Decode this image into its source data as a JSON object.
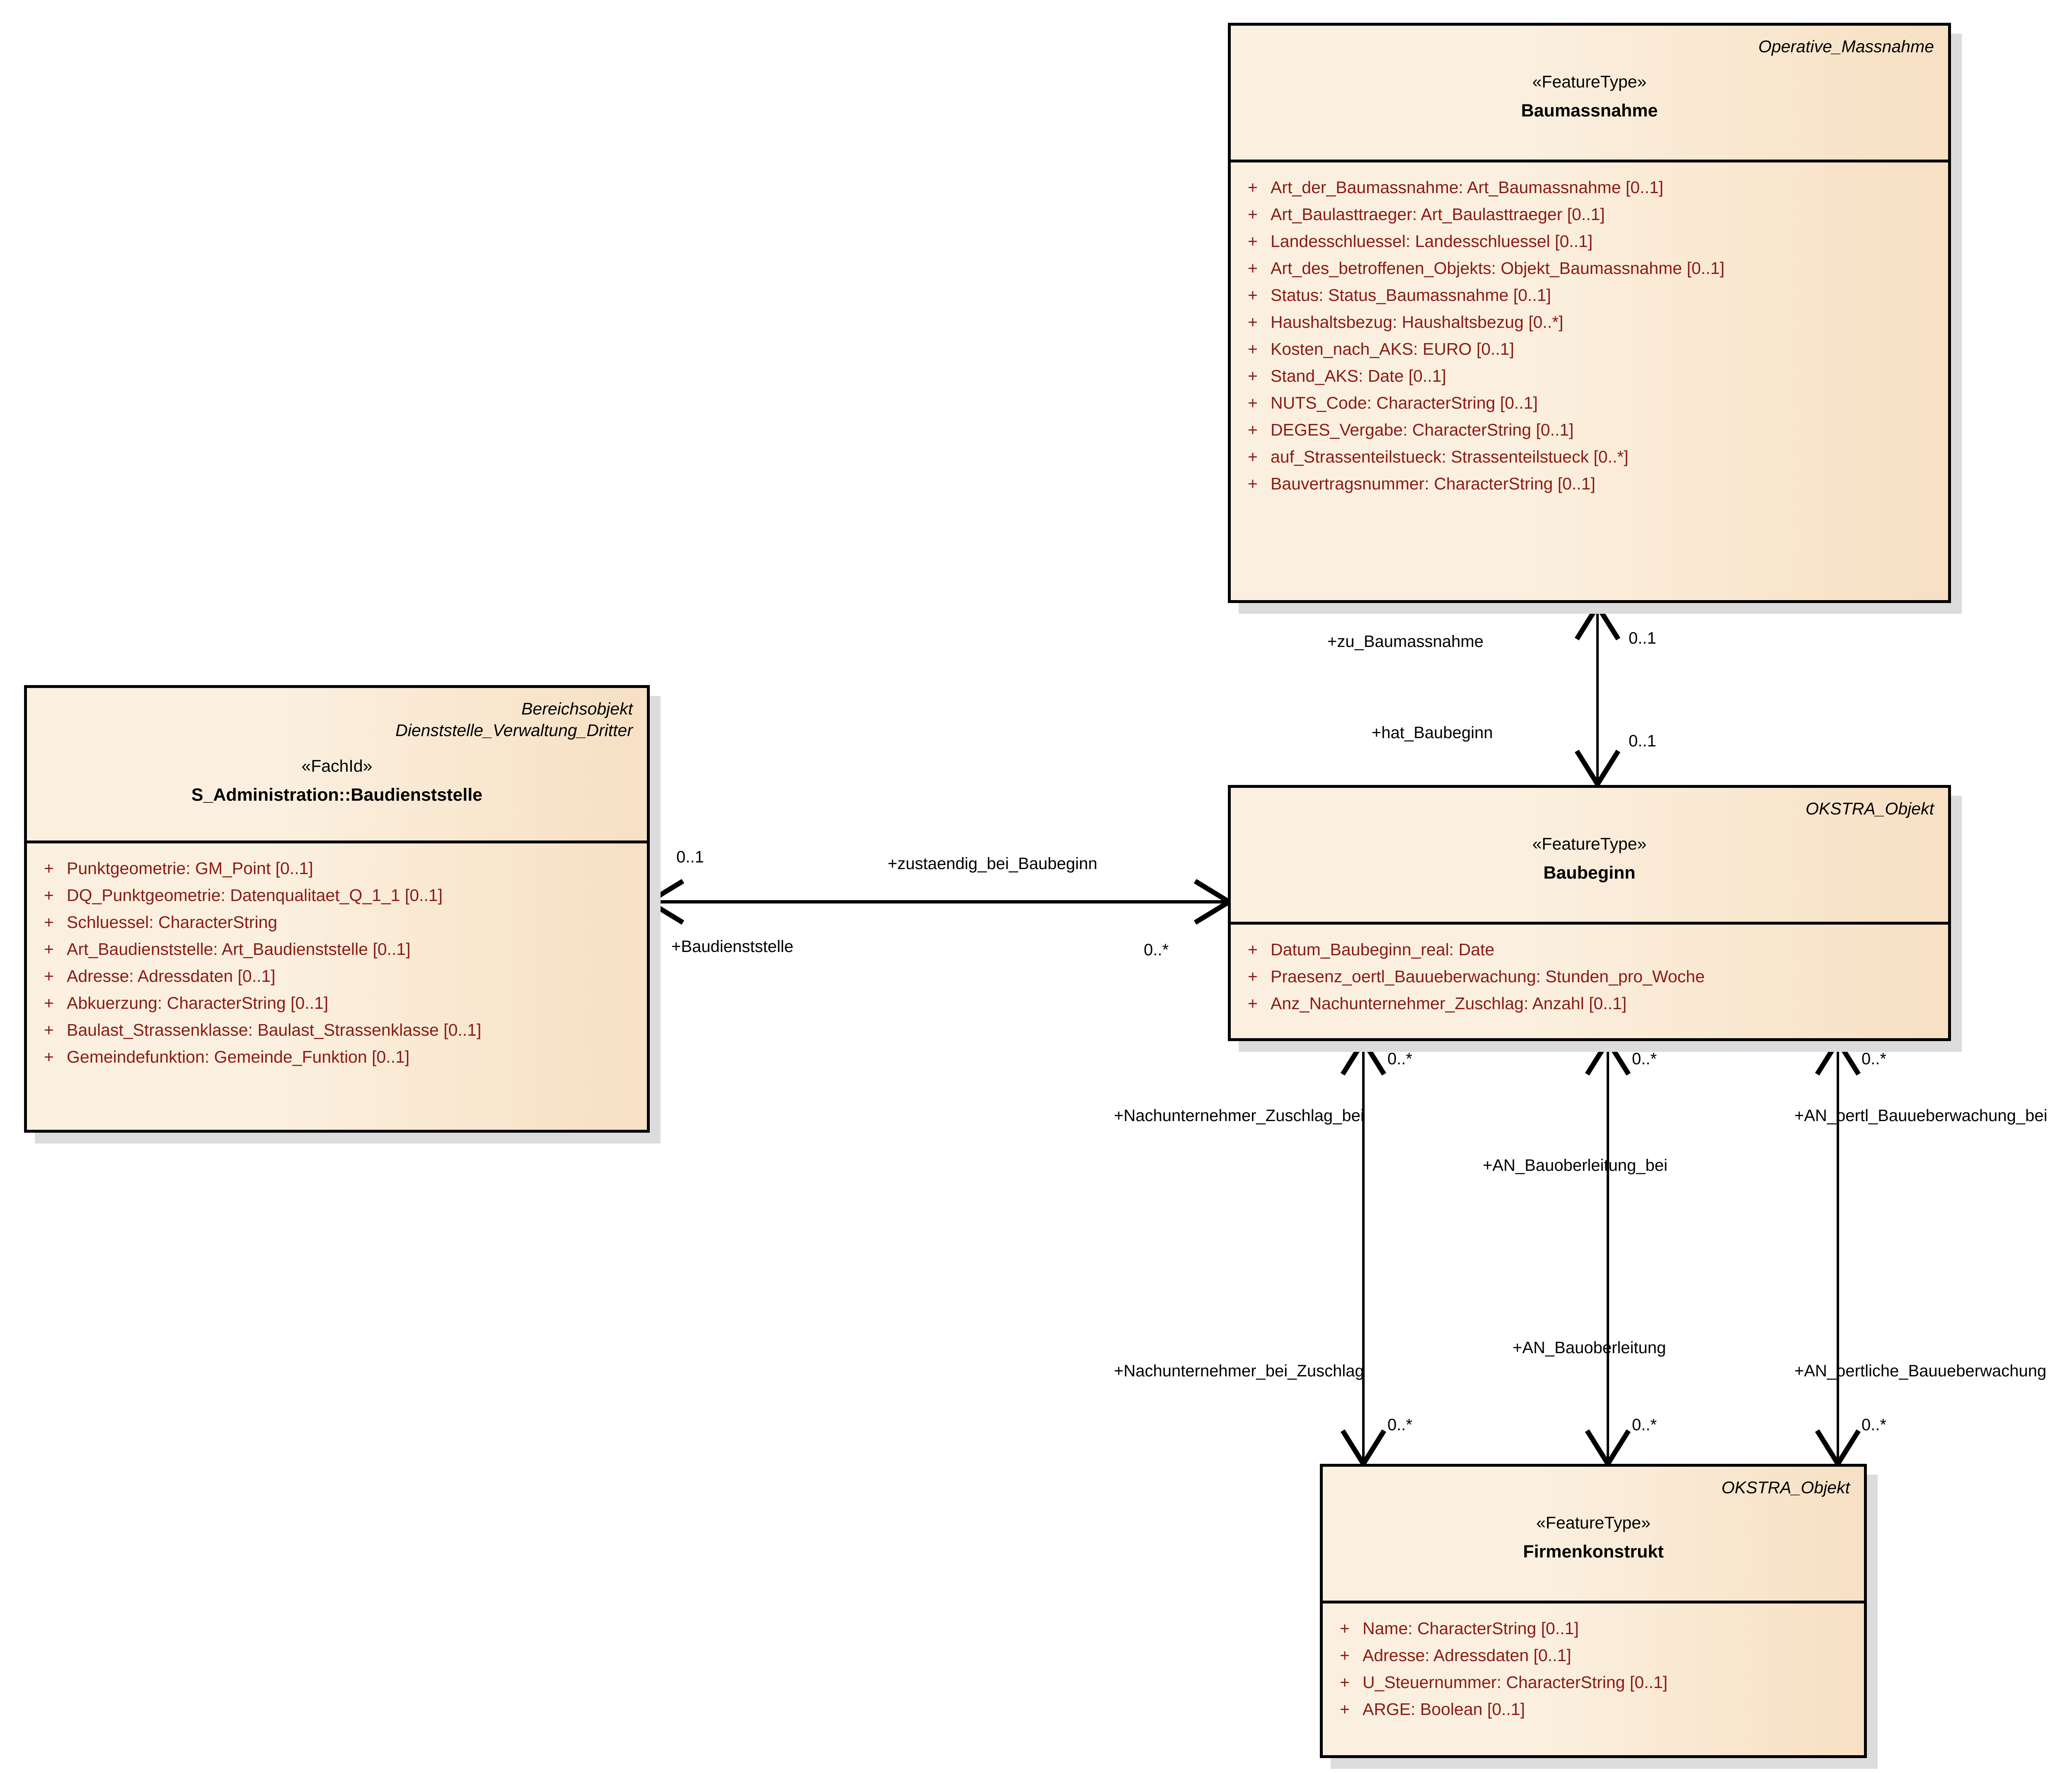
{
  "diagram": {
    "type": "uml-class-diagram",
    "background": "#ffffff",
    "class_fill_left": "#fbf0e0",
    "class_fill_right": "#f7e0c3",
    "class_border": "#000000",
    "attribute_color": "#8b1a14",
    "shadow_color": "#dcdcdc"
  },
  "classes": {
    "baumassnahme": {
      "tagline": "Operative_Massnahme",
      "stereotype": "«FeatureType»",
      "name": "Baumassnahme",
      "attributes": [
        {
          "visibility": "+",
          "signature": "Art_der_Baumassnahme: Art_Baumassnahme [0..1]"
        },
        {
          "visibility": "+",
          "signature": "Art_Baulasttraeger: Art_Baulasttraeger [0..1]"
        },
        {
          "visibility": "+",
          "signature": "Landesschluessel: Landesschluessel [0..1]"
        },
        {
          "visibility": "+",
          "signature": "Art_des_betroffenen_Objekts: Objekt_Baumassnahme [0..1]"
        },
        {
          "visibility": "+",
          "signature": "Status: Status_Baumassnahme [0..1]"
        },
        {
          "visibility": "+",
          "signature": "Haushaltsbezug: Haushaltsbezug [0..*]"
        },
        {
          "visibility": "+",
          "signature": "Kosten_nach_AKS: EURO [0..1]"
        },
        {
          "visibility": "+",
          "signature": "Stand_AKS: Date [0..1]"
        },
        {
          "visibility": "+",
          "signature": "NUTS_Code: CharacterString [0..1]"
        },
        {
          "visibility": "+",
          "signature": "DEGES_Vergabe: CharacterString [0..1]"
        },
        {
          "visibility": "+",
          "signature": "auf_Strassenteilstueck: Strassenteilstueck [0..*]"
        },
        {
          "visibility": "+",
          "signature": "Bauvertragsnummer: CharacterString [0..1]"
        }
      ]
    },
    "baudienststelle": {
      "tagline_line1": "Bereichsobjekt",
      "tagline_line2": "Dienststelle_Verwaltung_Dritter",
      "stereotype": "«FachId»",
      "name": "S_Administration::Baudienststelle",
      "attributes": [
        {
          "visibility": "+",
          "signature": "Punktgeometrie: GM_Point [0..1]"
        },
        {
          "visibility": "+",
          "signature": "DQ_Punktgeometrie: Datenqualitaet_Q_1_1 [0..1]"
        },
        {
          "visibility": "+",
          "signature": "Schluessel: CharacterString"
        },
        {
          "visibility": "+",
          "signature": "Art_Baudienststelle: Art_Baudienststelle [0..1]"
        },
        {
          "visibility": "+",
          "signature": "Adresse: Adressdaten [0..1]"
        },
        {
          "visibility": "+",
          "signature": "Abkuerzung: CharacterString [0..1]"
        },
        {
          "visibility": "+",
          "signature": "Baulast_Strassenklasse: Baulast_Strassenklasse [0..1]"
        },
        {
          "visibility": "+",
          "signature": "Gemeindefunktion: Gemeinde_Funktion [0..1]"
        }
      ]
    },
    "baubeginn": {
      "tagline": "OKSTRA_Objekt",
      "stereotype": "«FeatureType»",
      "name": "Baubeginn",
      "attributes": [
        {
          "visibility": "+",
          "signature": "Datum_Baubeginn_real: Date"
        },
        {
          "visibility": "+",
          "signature": "Praesenz_oertl_Bauueberwachung: Stunden_pro_Woche"
        },
        {
          "visibility": "+",
          "signature": "Anz_Nachunternehmer_Zuschlag: Anzahl [0..1]"
        }
      ]
    },
    "firmenkonstrukt": {
      "tagline": "OKSTRA_Objekt",
      "stereotype": "«FeatureType»",
      "name": "Firmenkonstrukt",
      "attributes": [
        {
          "visibility": "+",
          "signature": "Name: CharacterString [0..1]"
        },
        {
          "visibility": "+",
          "signature": "Adresse: Adressdaten [0..1]"
        },
        {
          "visibility": "+",
          "signature": "U_Steuernummer: CharacterString [0..1]"
        },
        {
          "visibility": "+",
          "signature": "ARGE: Boolean [0..1]"
        }
      ]
    }
  },
  "associations": {
    "baubeginn_baumassnahme": {
      "role_upper": "+zu_Baumassnahme",
      "mult_upper": "0..1",
      "role_lower": "+hat_Baubeginn",
      "mult_lower": "0..1"
    },
    "baudienststelle_baubeginn": {
      "role_upper": "+zustaendig_bei_Baubeginn",
      "mult_left": "0..1",
      "role_lower": "+Baudienststelle",
      "mult_right": "0..*"
    },
    "nachunternehmer": {
      "role_top": "+Nachunternehmer_Zuschlag_bei",
      "mult_top": "0..*",
      "role_bottom": "+Nachunternehmer_bei_Zuschlag",
      "mult_bottom": "0..*"
    },
    "bauoberleitung": {
      "role_top": "+AN_Bauoberleitung_bei",
      "mult_top": "0..*",
      "role_bottom": "+AN_Bauoberleitung",
      "mult_bottom": "0..*"
    },
    "bauueberwachung": {
      "role_top": "+AN_oertl_Bauueberwachung_bei",
      "mult_top": "0..*",
      "role_bottom": "+AN_oertliche_Bauueberwachung",
      "mult_bottom": "0..*"
    }
  }
}
